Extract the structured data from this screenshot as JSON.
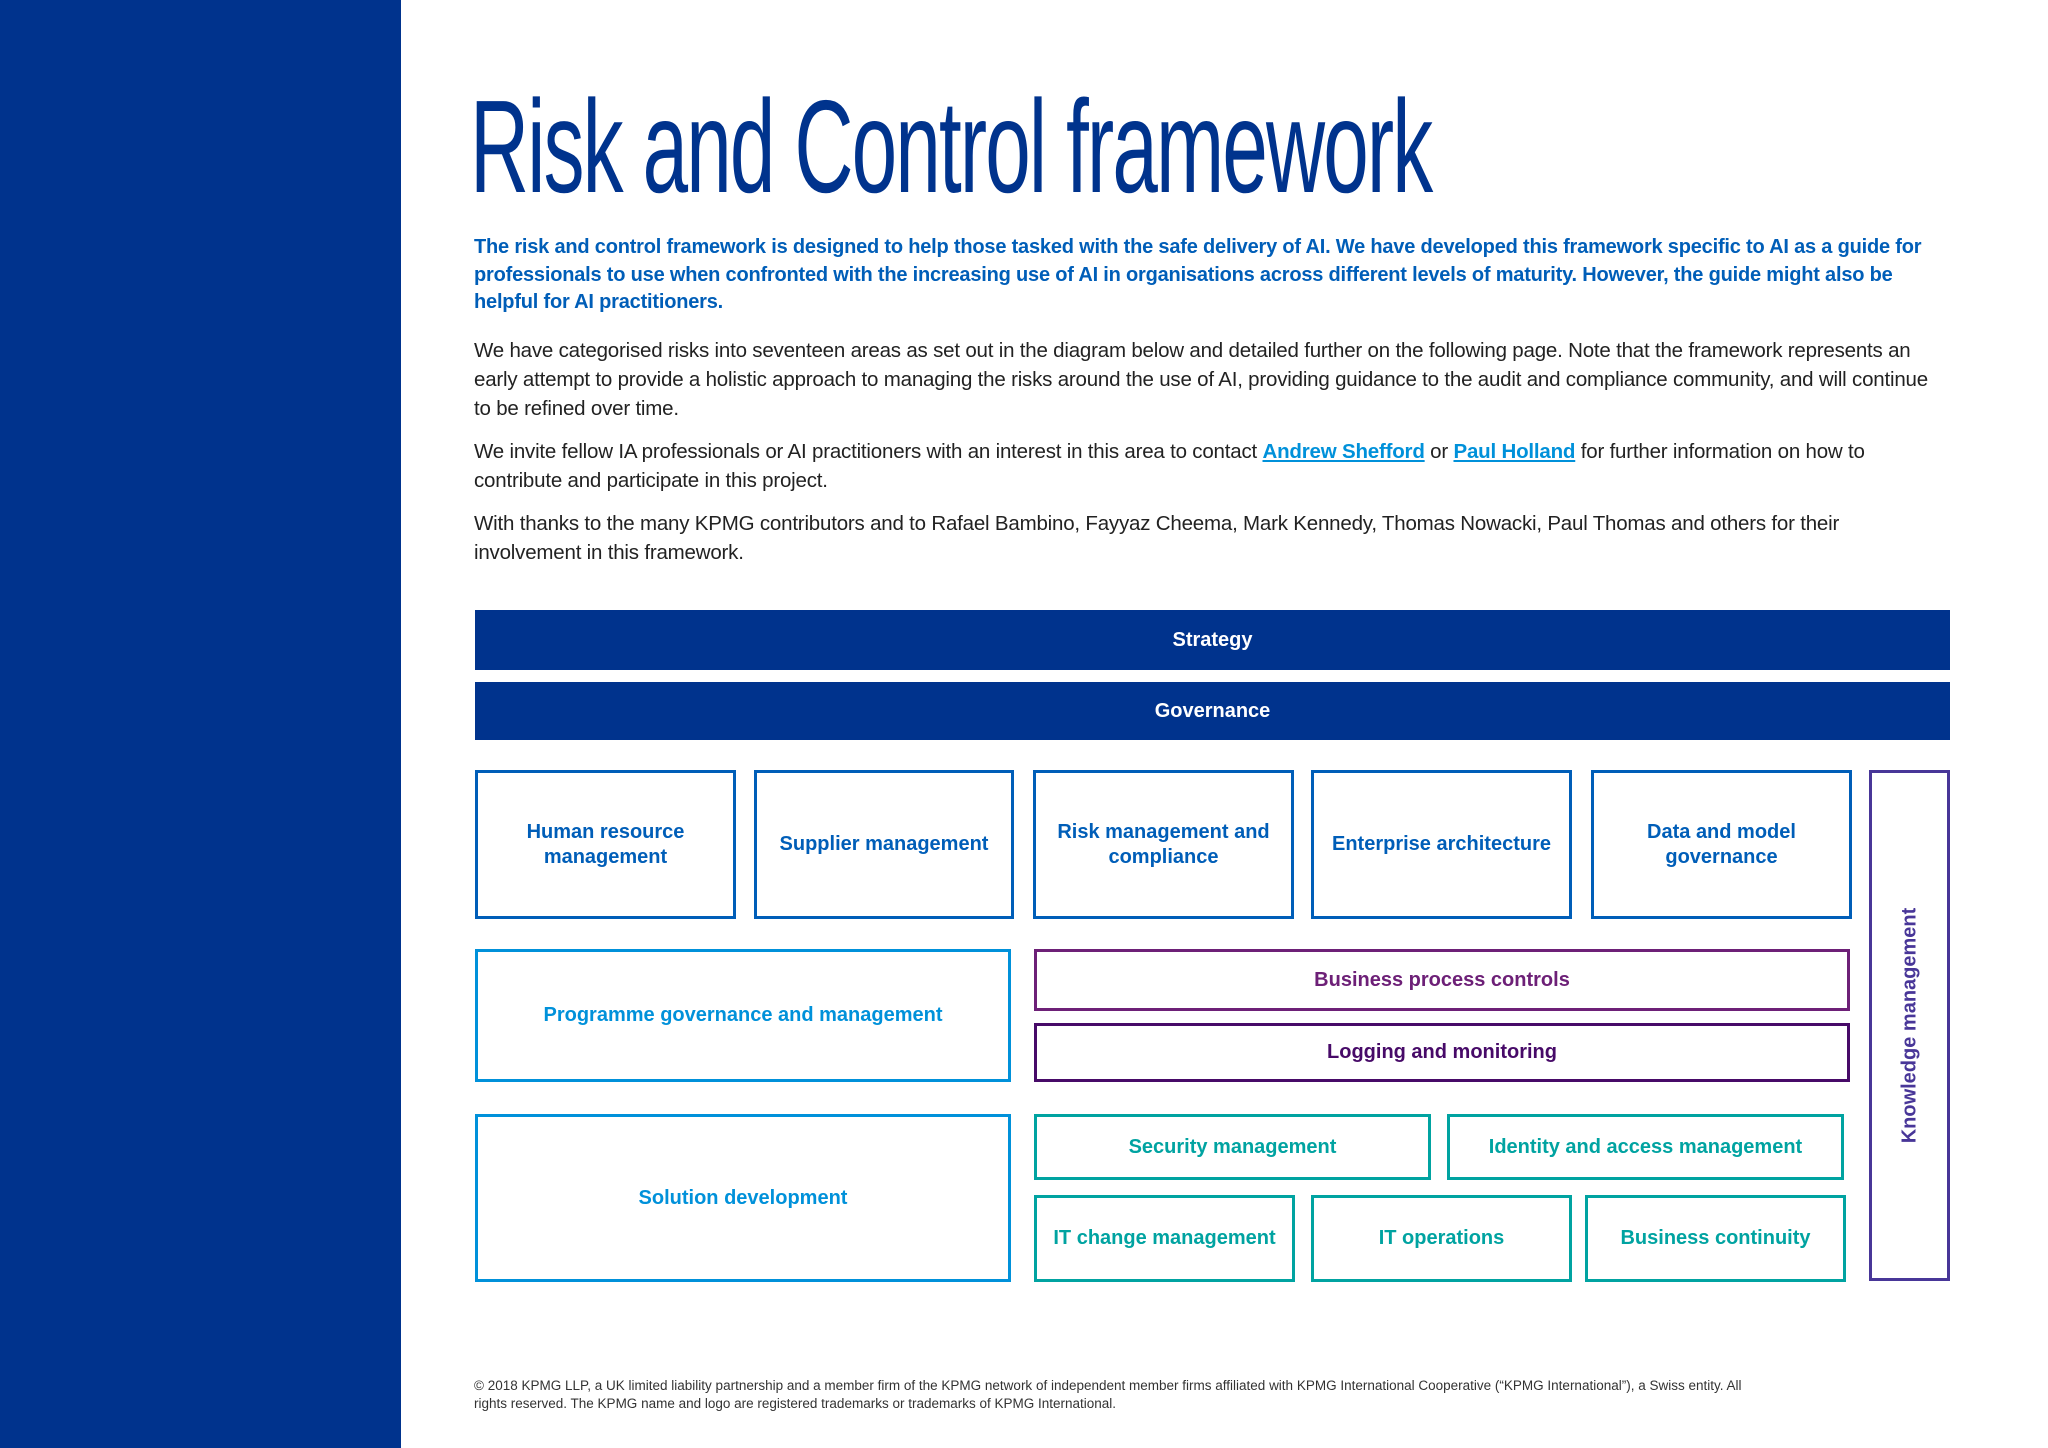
{
  "colors": {
    "primary": "#00338D",
    "medium_blue": "#005EB8",
    "light_blue": "#0091DA",
    "purple": "#6D2077",
    "dark_purple": "#470A68",
    "teal": "#00A3A1",
    "violet": "#483698"
  },
  "title": "Risk and Control framework",
  "intro": "The risk and control framework is designed to help those tasked with the safe delivery of AI. We have developed this framework specific to AI as a guide for professionals to use when confronted with the increasing use of AI in organisations across different levels of maturity. However, the guide might also be helpful for AI practitioners.",
  "para2": "We have categorised risks into seventeen areas as set out in the diagram below and detailed further on the following page. Note that the framework represents an early attempt to provide a holistic approach to managing the risks around the use of AI, providing guidance to the audit and compliance community, and will continue to be refined over time.",
  "para3": {
    "before": "We invite fellow IA professionals or AI practitioners with an interest in this area to contact ",
    "link1": "Andrew Shefford",
    "middle": " or ",
    "link2": "Paul Holland",
    "after": " for further information on how to contribute and participate in this project."
  },
  "para4": "With thanks to the many KPMG contributors and to Rafael Bambino, Fayyaz Cheema, Mark Kennedy, Thomas Nowacki, Paul Thomas and others for their involvement in this framework.",
  "diagram": {
    "strategy": "Strategy",
    "governance": "Governance",
    "row1": [
      "Human resource management",
      "Supplier management",
      "Risk management and compliance",
      "Enterprise architecture",
      "Data and model governance"
    ],
    "knowledge": "Knowledge management",
    "programme": "Programme governance and management",
    "business_process": "Business process controls",
    "logging": "Logging and monitoring",
    "solution": "Solution development",
    "security": "Security management",
    "identity": "Identity and access management",
    "it_change": "IT change management",
    "it_ops": "IT operations",
    "continuity": "Business continuity"
  },
  "footer": "© 2018 KPMG LLP, a UK limited liability partnership and a member firm of the KPMG network of independent member firms affiliated with KPMG International Cooperative (“KPMG International”), a Swiss entity. All rights reserved. The KPMG name and logo are registered trademarks or trademarks of KPMG International."
}
